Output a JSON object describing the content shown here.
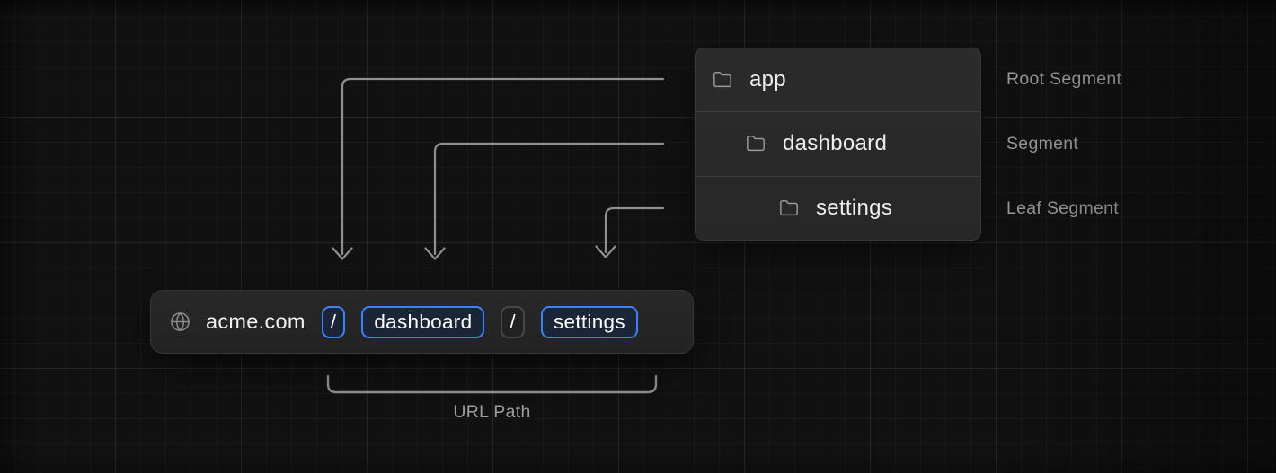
{
  "file_tree": {
    "rows": [
      {
        "label": "app",
        "icon": "folder-icon",
        "annotation": "Root Segment"
      },
      {
        "label": "dashboard",
        "icon": "folder-icon",
        "annotation": "Segment"
      },
      {
        "label": "settings",
        "icon": "folder-icon",
        "annotation": "Leaf Segment"
      }
    ]
  },
  "url_bar": {
    "icon": "globe-icon",
    "domain": "acme.com",
    "segments": [
      {
        "text": "/",
        "style": "highlighted"
      },
      {
        "text": "dashboard",
        "style": "highlighted"
      },
      {
        "text": "/",
        "style": "muted"
      },
      {
        "text": "settings",
        "style": "highlighted"
      }
    ]
  },
  "bracket_label": "URL Path",
  "colors": {
    "accent_blue": "#3b82f6",
    "chip_blue_bg": "#1c2438",
    "connector_gray": "#8f8f8f",
    "panel_bg": "#282828",
    "annotation_text": "#9e9e9e",
    "background": "#111111"
  }
}
